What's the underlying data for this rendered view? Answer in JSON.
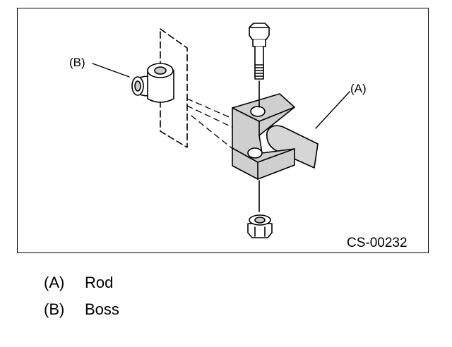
{
  "diagram": {
    "callouts": {
      "a": "(A)",
      "b": "(B)"
    },
    "figure_code": "CS-00232",
    "icons": [
      "bolt-icon",
      "bracket-icon",
      "rod-icon",
      "boss-icon",
      "nut-icon"
    ]
  },
  "legend": [
    {
      "key": "(A)",
      "text": "Rod"
    },
    {
      "key": "(B)",
      "text": "Boss"
    }
  ]
}
